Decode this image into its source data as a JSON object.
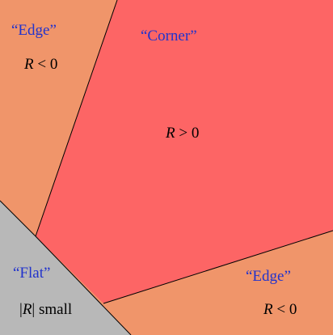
{
  "colors": {
    "edge": "#f0956a",
    "corner": "#fd6565",
    "flat": "#b8b8b8",
    "boundary": "#000000",
    "region_label": "#2233cc",
    "math_text": "#000000"
  },
  "regions": {
    "edge_top_left": {
      "label": "“Edge”",
      "cond_var": "R",
      "cond_rest": " < 0"
    },
    "corner": {
      "label": "“Corner”",
      "cond_var": "R",
      "cond_rest": " > 0"
    },
    "flat": {
      "label": "“Flat”",
      "cond_bar_l": "|",
      "cond_var": "R",
      "cond_bar_r": "|",
      "cond_rest": " small"
    },
    "edge_bottom_right": {
      "label": "“Edge”",
      "cond_var": "R",
      "cond_rest": " < 0"
    }
  }
}
